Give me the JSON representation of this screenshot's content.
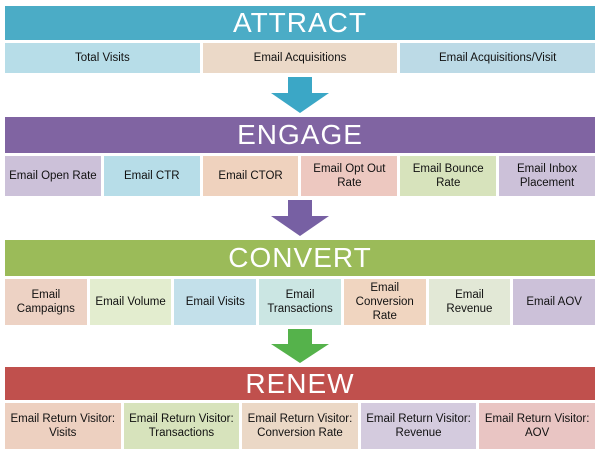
{
  "stages": [
    {
      "name": "ATTRACT",
      "header_color": "#4BACC6",
      "arrow_color": "#3BA7C6",
      "cells": [
        {
          "label": "Total Visits",
          "color": "#B7DDE8"
        },
        {
          "label": "Email Acquisitions",
          "color": "#EBD9C8"
        },
        {
          "label": "Email Acquisitions/Visit",
          "color": "#BCDAE6"
        }
      ]
    },
    {
      "name": "ENGAGE",
      "header_color": "#8064A2",
      "arrow_color": "#7760A3",
      "cells": [
        {
          "label": "Email Open Rate",
          "color": "#CCC1D9"
        },
        {
          "label": "Email CTR",
          "color": "#B7DDE8"
        },
        {
          "label": "Email CTOR",
          "color": "#EFD2BE"
        },
        {
          "label": "Email Opt Out Rate",
          "color": "#EDC8C0"
        },
        {
          "label": "Email Bounce Rate",
          "color": "#D7E3BC"
        },
        {
          "label": "Email Inbox Placement",
          "color": "#CCC1D9"
        }
      ]
    },
    {
      "name": "CONVERT",
      "header_color": "#9BBB59",
      "arrow_color": "#55B24B",
      "cells": [
        {
          "label": "Email Campaigns",
          "color": "#EDD2C4"
        },
        {
          "label": "Email Volume",
          "color": "#E3EDCF"
        },
        {
          "label": "Email Visits",
          "color": "#C3E0EA"
        },
        {
          "label": "Email Transactions",
          "color": "#CBE6E3"
        },
        {
          "label": "Email Conversion Rate",
          "color": "#F0D5C0"
        },
        {
          "label": "Email Revenue",
          "color": "#E2E8D6"
        },
        {
          "label": "Email AOV",
          "color": "#CCC1D9"
        }
      ]
    },
    {
      "name": "RENEW",
      "header_color": "#C0504D",
      "arrow_color": "",
      "cells": [
        {
          "label": "Email Return Visitor: Visits",
          "color": "#EDD0C0"
        },
        {
          "label": "Email Return Visitor: Transactions",
          "color": "#D7E3BC"
        },
        {
          "label": "Email Return Visitor: Conversion Rate",
          "color": "#EBD8C6"
        },
        {
          "label": "Email Return Visitor: Revenue",
          "color": "#D4CBDE"
        },
        {
          "label": "Email Return Visitor: AOV",
          "color": "#E9C5C3"
        }
      ]
    }
  ]
}
